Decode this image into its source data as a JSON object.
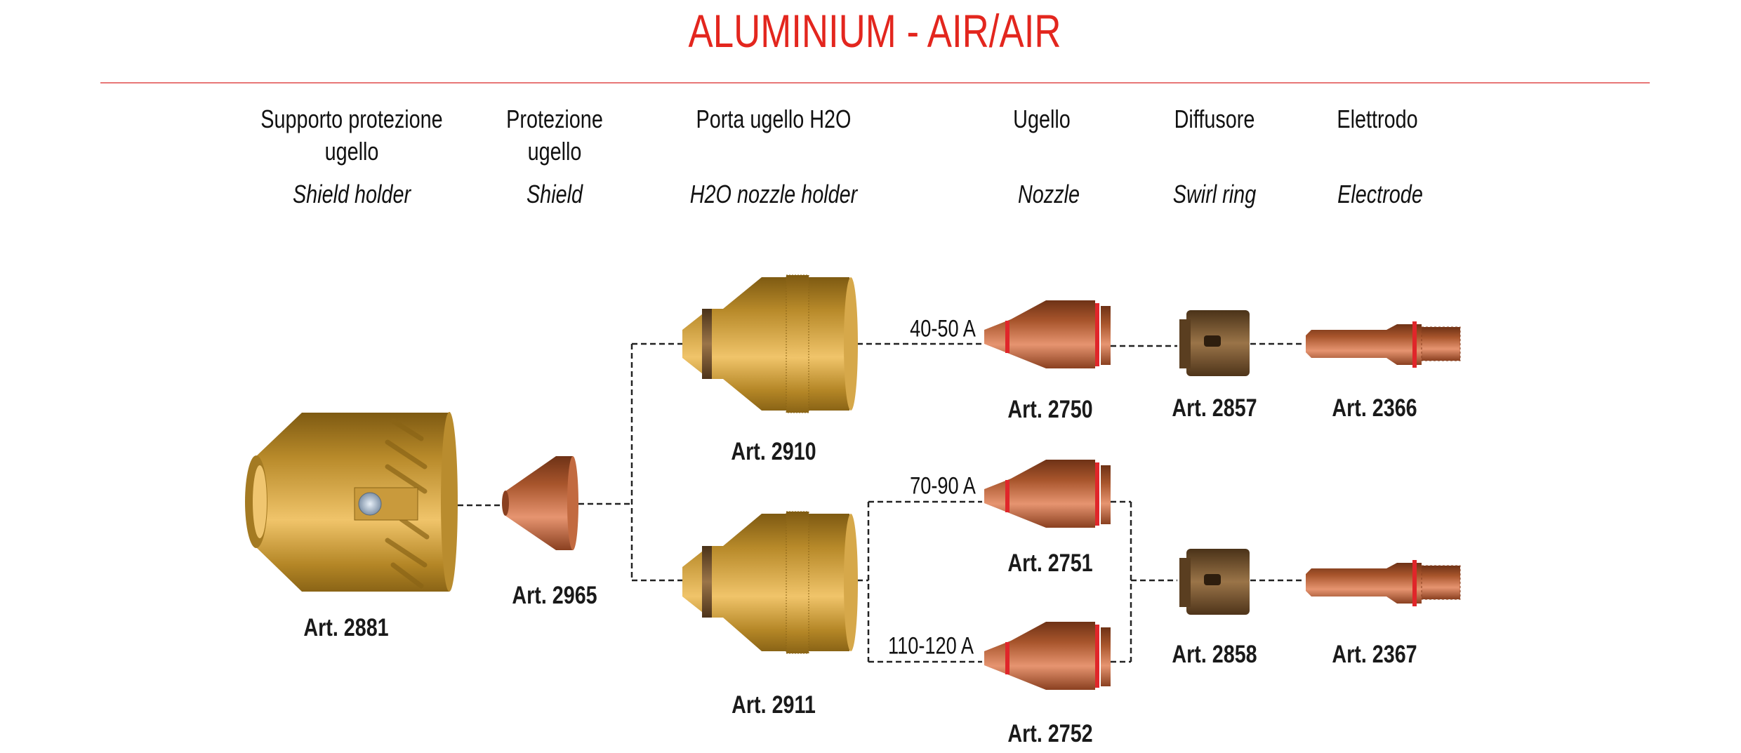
{
  "title": "ALUMINIUM - AIR/AIR",
  "colors": {
    "title": "#e3261e",
    "rule": "#e87777",
    "gold": "#c9982f",
    "copper": "#c0673c",
    "oring": "#e0262a"
  },
  "columns": [
    {
      "it_line1": "Supporto protezione",
      "it_line2": "ugello",
      "en": "Shield holder"
    },
    {
      "it_line1": "Protezione",
      "it_line2": "ugello",
      "en": "Shield"
    },
    {
      "it_line1": "Porta ugello H2O",
      "en": "H2O nozzle holder"
    },
    {
      "it_line1": "Ugello",
      "en": "Nozzle"
    },
    {
      "it_line1": "Diffusore",
      "en": "Swirl ring"
    },
    {
      "it_line1": "Elettrodo",
      "en": "Electrode"
    }
  ],
  "parts": {
    "shield_holder": "Art. 2881",
    "shield": "Art. 2965",
    "nozzle_holder_a": "Art. 2910",
    "nozzle_holder_b": "Art. 2911",
    "nozzle_a": "Art. 2750",
    "nozzle_b": "Art. 2751",
    "nozzle_c": "Art. 2752",
    "swirl_a": "Art. 2857",
    "swirl_b": "Art. 2858",
    "electrode_a": "Art. 2366",
    "electrode_b": "Art. 2367"
  },
  "currents": {
    "a": "40-50 A",
    "b": "70-90 A",
    "c": "110-120 A"
  }
}
